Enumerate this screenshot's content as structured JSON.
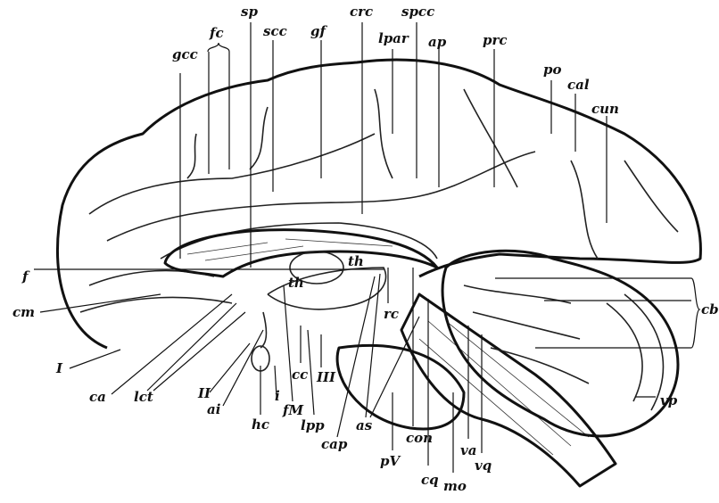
{
  "figure": {
    "description_free": true,
    "labels": {
      "gcc": "gcc",
      "fc": "fc",
      "sp": "sp",
      "scc": "scc",
      "gf": "gf",
      "crc": "crc",
      "spcc": "spcc",
      "lpar": "lpar",
      "ap": "ap",
      "prc": "prc",
      "po": "po",
      "cal": "cal",
      "cun": "cun",
      "f": "f",
      "cm": "cm",
      "I": "I",
      "ca": "ca",
      "lct": "lct",
      "II": "II",
      "ai": "ai",
      "hc": "hc",
      "i": "i",
      "fM": "fM",
      "cc": "cc",
      "III": "III",
      "lpp": "lpp",
      "cap": "cap",
      "pV": "pV",
      "as": "as",
      "rc": "rc",
      "con": "con",
      "cq": "cq",
      "mo": "mo",
      "va": "va",
      "vq": "vq",
      "vp": "vp",
      "cb": "cb",
      "th1": "th",
      "th2": "th"
    }
  }
}
